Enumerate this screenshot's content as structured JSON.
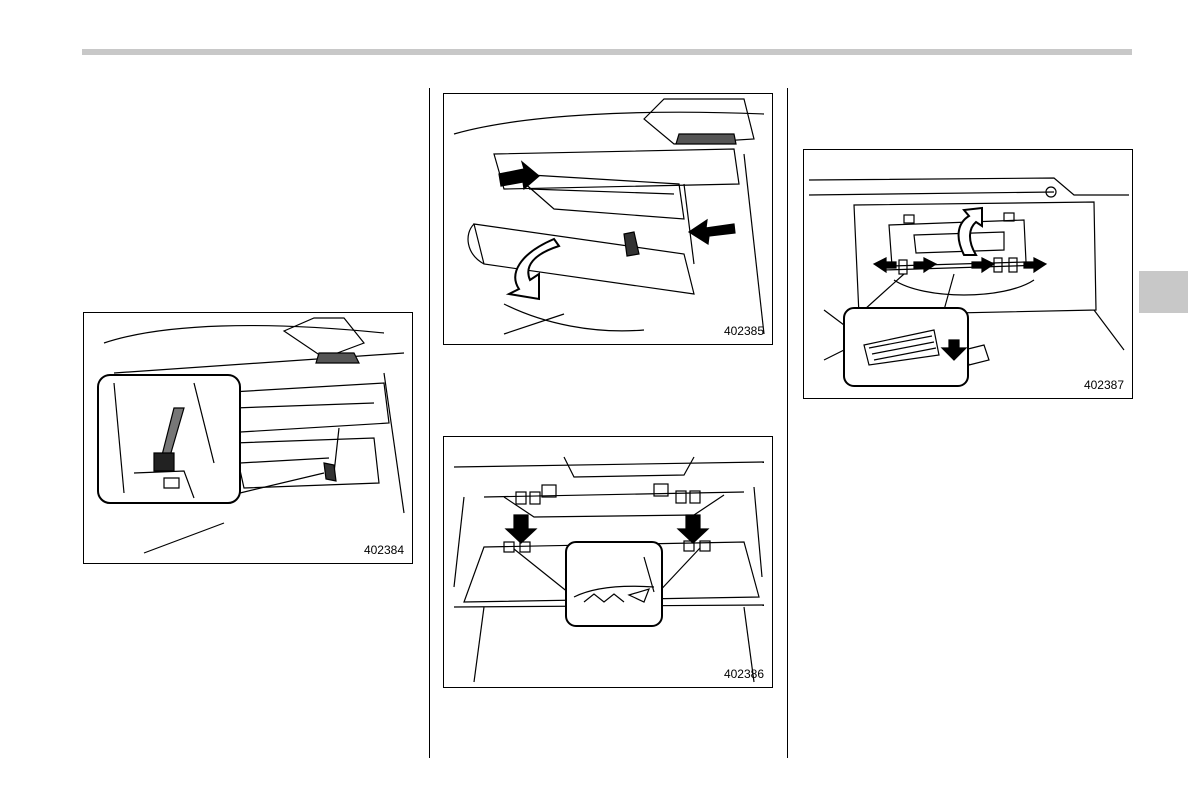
{
  "page": {
    "figures": [
      {
        "id": "fig1",
        "number": "402384"
      },
      {
        "id": "fig2",
        "number": "402385"
      },
      {
        "id": "fig3",
        "number": "402386"
      },
      {
        "id": "fig4",
        "number": "402387"
      }
    ]
  },
  "colors": {
    "rule": "#c8c8c8",
    "tab": "#c8c8c8",
    "arrow": "#000000"
  }
}
